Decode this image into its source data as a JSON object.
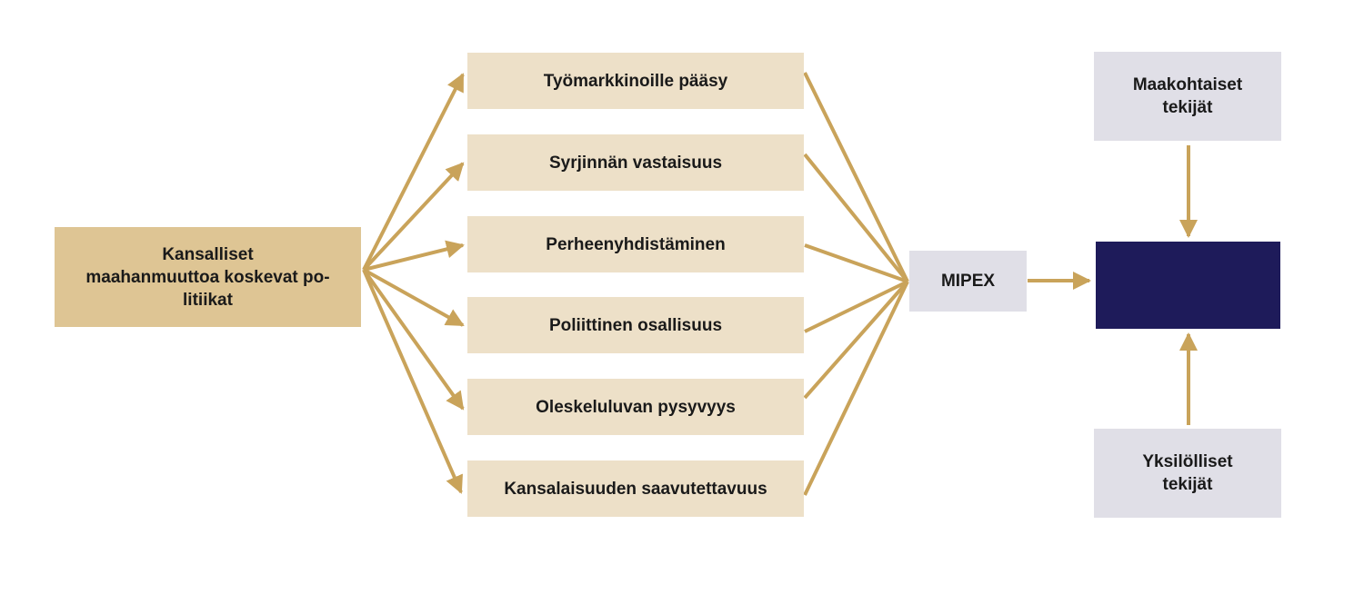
{
  "source": {
    "label": "Kansalliset maahanmuuttoa koskevat politiikat",
    "line1": "Kansalliset",
    "line2": "maahanmuuttoa koskevat po-",
    "line3": "litiikat"
  },
  "policies": [
    "Työmarkkinoille pääsy",
    "Syrjinnän vastaisuus",
    "Perheenyhdistäminen",
    "Poliittinen osallisuus",
    "Oleskeluluvan pysyvyys",
    "Kansalaisuuden saavutettavuus"
  ],
  "index": {
    "label": "MIPEX"
  },
  "country_factors": {
    "line1": "Maakohtaiset",
    "line2": "tekijät"
  },
  "individual_factors": {
    "line1": "Yksilölliset",
    "line2": "tekijät"
  },
  "colors": {
    "arrow": "#c9a35a",
    "source": "#dec594",
    "policy": "#ede0c8",
    "grey": "#e0dfe7",
    "outcome": "#1e1b5a"
  }
}
